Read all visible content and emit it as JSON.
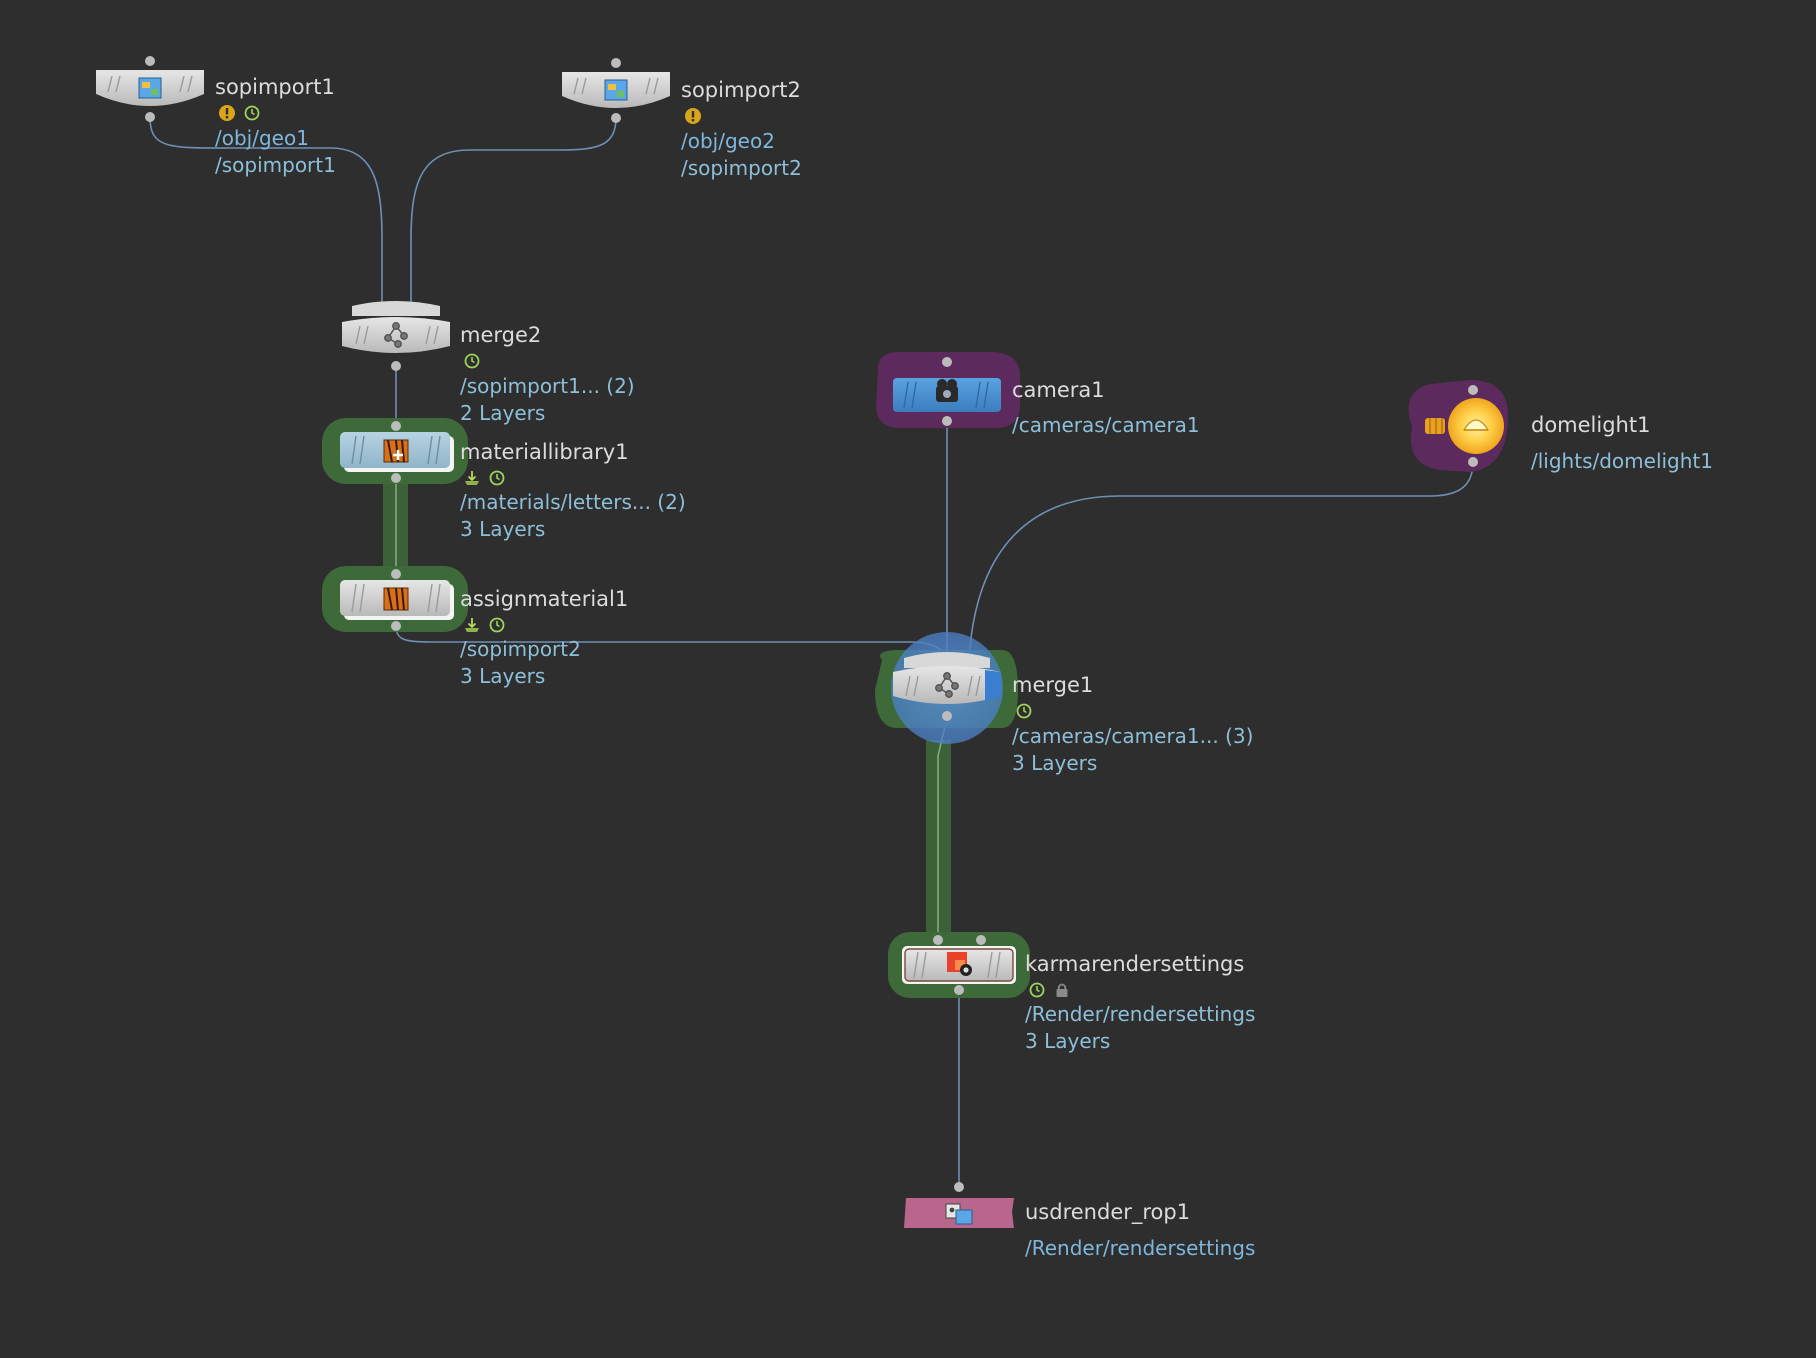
{
  "network": {
    "colors": {
      "background": "#2e2e2e",
      "wire": "#6e8fb5",
      "node_gray": "#d3d3d3",
      "bypass_green": "#3e6a3a",
      "camera_blue": "#4a90d4",
      "light_purple": "#5d2a5e",
      "light_yellow": "#f6b32a",
      "rop_pink": "#b8668c",
      "display_blue": "#3a7ed0"
    },
    "nodes": [
      {
        "id": "sopimport1",
        "name": "sopimport1",
        "icon": "geometry-cube-icon",
        "flags": [
          "warning-icon",
          "time-dependent-icon"
        ],
        "info": [
          "/obj/geo1",
          "/sopimport1"
        ]
      },
      {
        "id": "sopimport2",
        "name": "sopimport2",
        "icon": "geometry-cube-icon",
        "flags": [
          "warning-icon"
        ],
        "info": [
          "/obj/geo2",
          "/sopimport2"
        ]
      },
      {
        "id": "merge2",
        "name": "merge2",
        "icon": "merge-icon",
        "flags": [
          "time-dependent-icon"
        ],
        "info": [
          "/sopimport1... (2)",
          "2 Layers"
        ]
      },
      {
        "id": "materiallibrary1",
        "name": "materiallibrary1",
        "icon": "material-library-icon",
        "flags": [
          "load-icon",
          "time-dependent-icon"
        ],
        "info": [
          "/materials/letters... (2)",
          "3 Layers"
        ]
      },
      {
        "id": "assignmaterial1",
        "name": "assignmaterial1",
        "icon": "material-icon",
        "flags": [
          "load-icon",
          "time-dependent-icon"
        ],
        "info": [
          "/sopimport2",
          "3 Layers"
        ]
      },
      {
        "id": "camera1",
        "name": "camera1",
        "icon": "camera-icon",
        "flags": [],
        "info": [
          "/cameras/camera1"
        ]
      },
      {
        "id": "domelight1",
        "name": "domelight1",
        "icon": "light-bulb-icon",
        "flags": [],
        "info": [
          "/lights/domelight1"
        ]
      },
      {
        "id": "merge1",
        "name": "merge1",
        "icon": "merge-icon",
        "flags": [
          "time-dependent-icon"
        ],
        "info": [
          "/cameras/camera1... (3)",
          "3 Layers"
        ]
      },
      {
        "id": "karmarendersettings",
        "name": "karmarendersettings",
        "icon": "render-settings-icon",
        "flags": [
          "time-dependent-icon",
          "lock-icon"
        ],
        "info": [
          "/Render/rendersettings",
          "3 Layers"
        ]
      },
      {
        "id": "usdrender_rop1",
        "name": "usdrender_rop1",
        "icon": "render-rop-icon",
        "flags": [],
        "info": [
          "/Render/rendersettings"
        ]
      }
    ],
    "connections": [
      {
        "from": "sopimport1",
        "to": "merge2"
      },
      {
        "from": "sopimport2",
        "to": "merge2"
      },
      {
        "from": "merge2",
        "to": "materiallibrary1"
      },
      {
        "from": "materiallibrary1",
        "to": "assignmaterial1"
      },
      {
        "from": "assignmaterial1",
        "to": "merge1"
      },
      {
        "from": "camera1",
        "to": "merge1"
      },
      {
        "from": "domelight1",
        "to": "merge1"
      },
      {
        "from": "merge1",
        "to": "karmarendersettings"
      },
      {
        "from": "karmarendersettings",
        "to": "usdrender_rop1"
      }
    ]
  }
}
